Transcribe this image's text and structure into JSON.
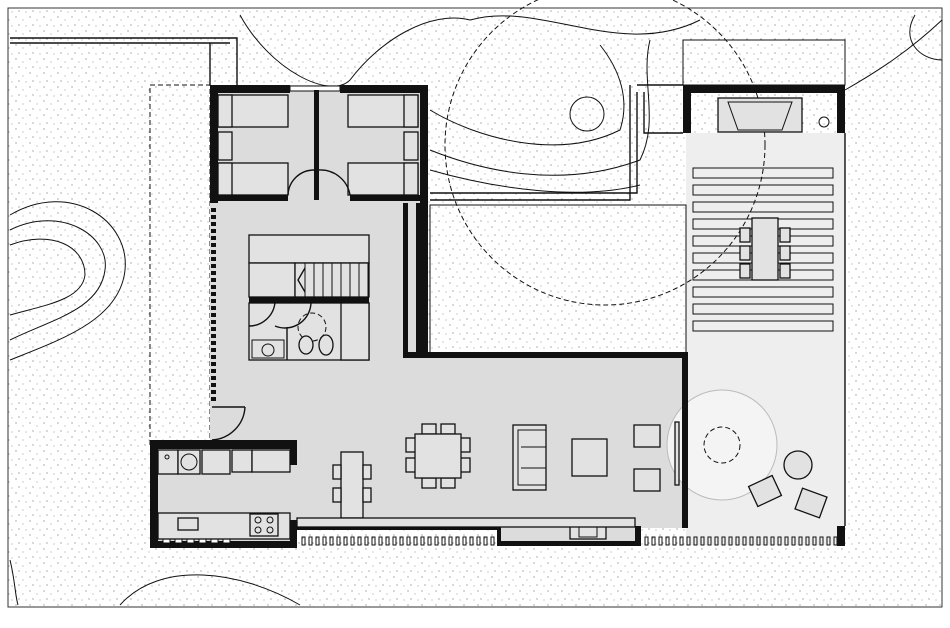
{
  "plan": {
    "colors": {
      "wall": "#111111",
      "interior_floor": "#dcdcdc",
      "exterior_paving": "#eeeeee",
      "ground": "#ffffff",
      "stipple": "#777777"
    },
    "rooms": [
      "bedroom-left",
      "bedroom-right",
      "hall",
      "stair",
      "bathroom",
      "kitchen",
      "dining",
      "living"
    ],
    "exterior": [
      "courtyard",
      "pergola",
      "barbecue",
      "outdoor-dining",
      "round-table",
      "lounge-chairs"
    ]
  }
}
